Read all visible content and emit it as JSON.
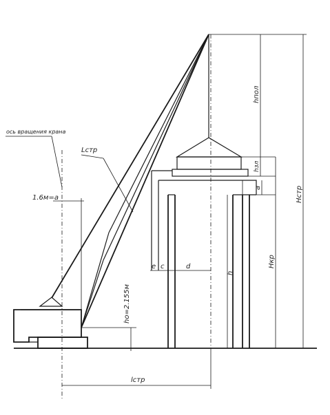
{
  "labels": {
    "rotation_axis": "ось вращения крана",
    "boom_length": "Lстр",
    "offset_a": "1.6м=a",
    "pivot_height": "hо=2.155м",
    "reach": "lстр",
    "hook_height": "hпол",
    "sling_height": "hзл",
    "gap_a": "а",
    "building_height": "Hкр",
    "height_h": "h",
    "boom_height": "Hстр",
    "gap_e": "e",
    "gap_c": "c",
    "depth_d": "d"
  }
}
